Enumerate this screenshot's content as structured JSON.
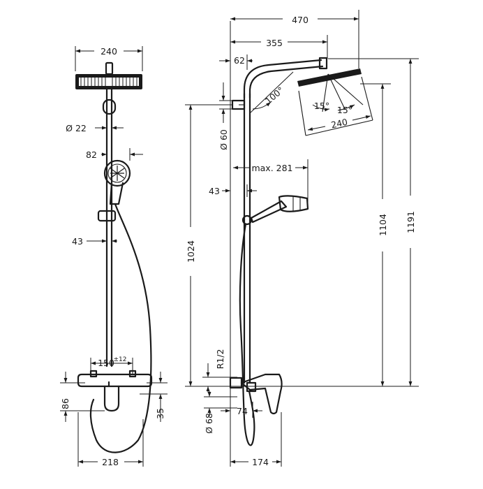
{
  "front_view": {
    "head_width": "240",
    "arm_diameter": "Ø 22",
    "handshower_projection": "82",
    "holder_offset": "43",
    "connection_spacing": "150",
    "connection_tolerance": "±12",
    "mixer_height": "86",
    "mixer_offset": "35",
    "total_width": "218"
  },
  "side_view": {
    "arm_projection": "470",
    "head_projection": "355",
    "wall_offset": "62",
    "arm_angle": "100°",
    "tilt_left": "15°",
    "tilt_right": "15°",
    "head_width": "240",
    "rosette_diameter": "Ø 60",
    "handshower_reach": "max. 281",
    "rail_offset": "43",
    "rail_height": "1024",
    "head_height": "1104",
    "total_height": "1191",
    "thread": "R1/2",
    "escutcheon_diameter": "Ø 68",
    "mixer_depth": "74",
    "spout_depth": "174"
  }
}
